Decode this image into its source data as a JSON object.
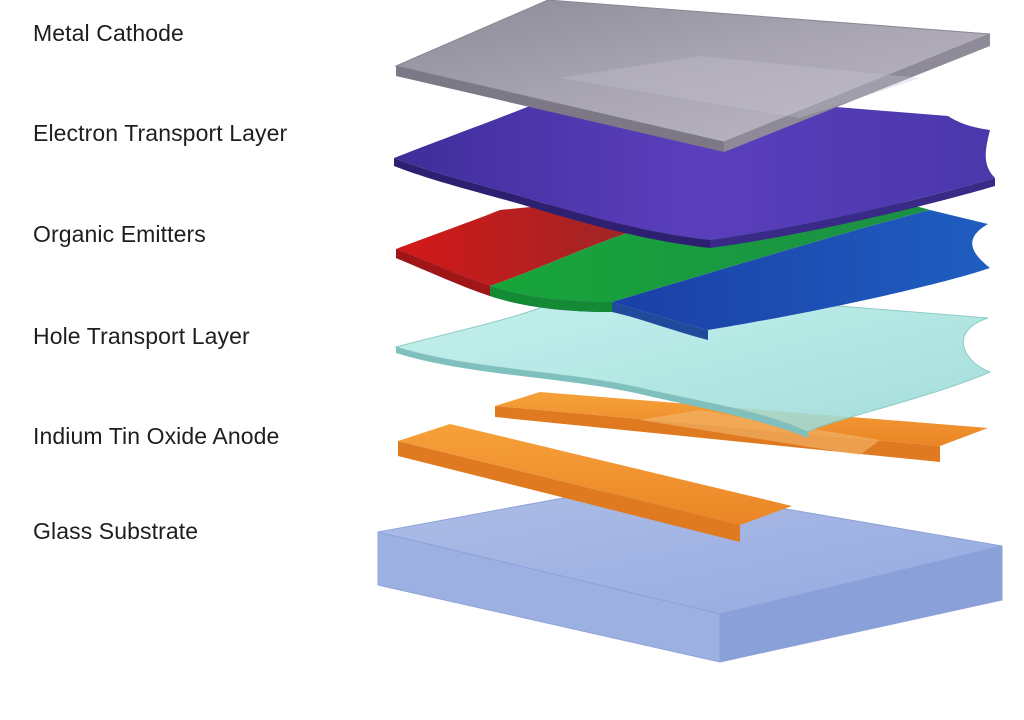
{
  "layers": {
    "metal_cathode": "Metal Cathode",
    "electron_transport": "Electron Transport Layer",
    "organic_emitters": "Organic Emitters",
    "hole_transport": "Hole Transport Layer",
    "ito_anode": "Indium Tin Oxide Anode",
    "glass_substrate": "Glass Substrate"
  },
  "colors": {
    "metal_cathode": "#9a96a3",
    "electron_transport": "#4a35a6",
    "emitter_red": "#c81c1c",
    "emitter_green": "#1fa040",
    "emitter_blue": "#1e4bb0",
    "hole_transport": "#a8e2df",
    "ito_anode": "#f0922e",
    "glass_substrate": "#9aaee0",
    "caption_text": "#d046d6"
  }
}
